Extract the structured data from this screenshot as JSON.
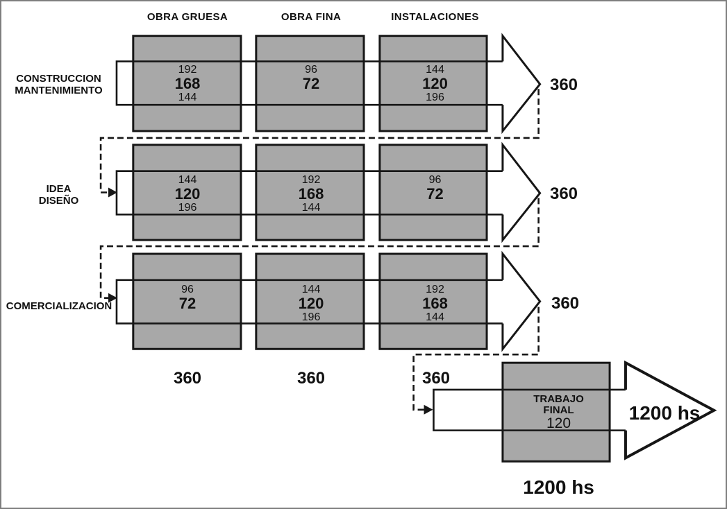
{
  "diagram_title": "workload distribution matrix",
  "colors": {
    "box_fill": "#a8a8a8",
    "line": "#161616",
    "background": "#ffffff",
    "page_border": "#7e7e7e"
  },
  "columns": [
    {
      "label": "OBRA GRUESA",
      "total": "360"
    },
    {
      "label": "OBRA FINA",
      "total": "360"
    },
    {
      "label": "INSTALACIONES",
      "total": "360"
    }
  ],
  "rows": [
    {
      "label_line1": "CONSTRUCCION",
      "label_line2": "MANTENIMIENTO",
      "total": "360",
      "cells": [
        {
          "top": "192",
          "mid": "168",
          "bottom": "144"
        },
        {
          "top": "96",
          "mid": "72",
          "bottom": ""
        },
        {
          "top": "144",
          "mid": "120",
          "bottom": "196"
        }
      ]
    },
    {
      "label_line1": "IDEA",
      "label_line2": "DISEÑO",
      "total": "360",
      "cells": [
        {
          "top": "144",
          "mid": "120",
          "bottom": "196"
        },
        {
          "top": "192",
          "mid": "168",
          "bottom": "144"
        },
        {
          "top": "96",
          "mid": "72",
          "bottom": ""
        }
      ]
    },
    {
      "label_line1": "COMERCIALIZACION",
      "label_line2": "",
      "total": "360",
      "cells": [
        {
          "top": "96",
          "mid": "72",
          "bottom": ""
        },
        {
          "top": "144",
          "mid": "120",
          "bottom": "196"
        },
        {
          "top": "192",
          "mid": "168",
          "bottom": "144"
        }
      ]
    }
  ],
  "final": {
    "line1": "TRABAJO",
    "line2": "FINAL",
    "value": "120",
    "arrow_label": "1200 hs",
    "bottom_label": "1200 hs"
  }
}
